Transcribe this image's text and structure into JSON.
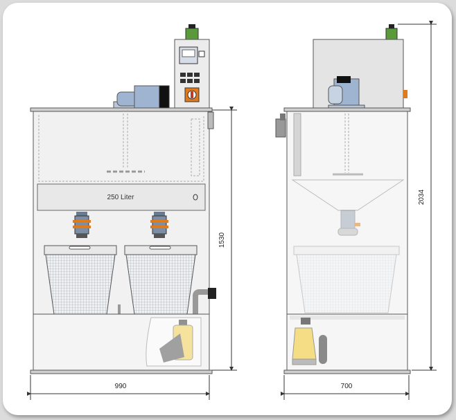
{
  "front_view": {
    "tank_label": "250 Liter",
    "width_label": "990",
    "height_label": "1530"
  },
  "side_view": {
    "width_label": "700",
    "height_label": "2034"
  },
  "colors": {
    "tank_fill": "#f1f1f1",
    "tank_stroke": "#555555",
    "motor_blue": "#9fb4d1",
    "pump_yellow": "#f5dd85",
    "status_green": "#5a9a3a",
    "switch_orange": "#e07a1a"
  }
}
